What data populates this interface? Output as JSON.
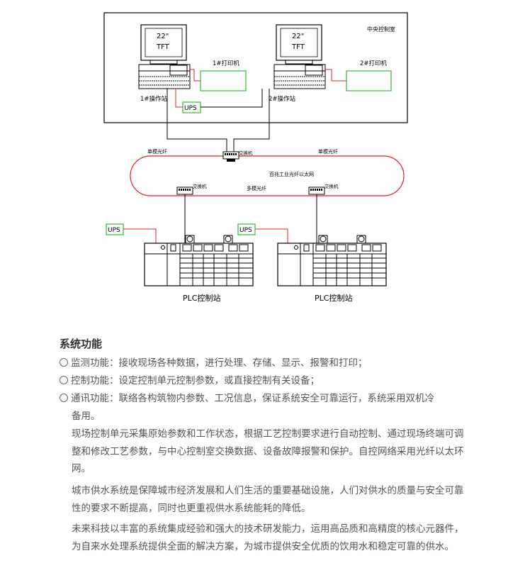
{
  "diagram": {
    "control_room_label": "中央控制室",
    "monitor_text_line1": "22\"",
    "monitor_text_line2": "TFT",
    "workstation_1": "1#操作站",
    "workstation_2": "2#操作站",
    "printer_1": "1#打印机",
    "printer_2": "2#打印机",
    "ups": "UPS",
    "switch": "交换机",
    "fiber_single_left": "单模光纤",
    "fiber_single_right": "单模光纤",
    "fiber_multi": "多模光纤",
    "ring_label": "百兆工业光纤以太网",
    "plc_station": "PLC控制站",
    "colors": {
      "line": "#000000",
      "fiber": "#e0202f",
      "device": "#2fbf3a"
    }
  },
  "content": {
    "section_title": "系统功能",
    "items": [
      "监测功能：接收现场各种数据，进行处理、存储、显示、报警和打印；",
      "控制功能：设定控制单元控制参数，或直接控制有关设备；",
      "通讯功能：联络各构筑物内参数、工况信息，保证系统安全可靠运行，系统采用双机冷"
    ],
    "item3_cont": "备用。",
    "paragraphs": [
      "现场控制单元采集原始参数和工作状态，根据工艺控制要求进行自动控制、通过现场终端可调整和修改工艺参数，与中心控制室交换数据、设备故障报警和保护。自控网络采用光纤以太环网。",
      "城市供水系统是保障城市经济发展和人们生活的重要基础设施，人们对供水的质量与安全可靠性的要求不断提高，同时也更重视供水系统能耗的降低。",
      "未来科技以丰富的系统集成经验和强大的技术研发能力，运用高品质和高精度的核心元器件，为自来水处理系统提供全面的解决方案，为城市提供安全优质的饮用水和稳定可靠的供水。"
    ]
  }
}
